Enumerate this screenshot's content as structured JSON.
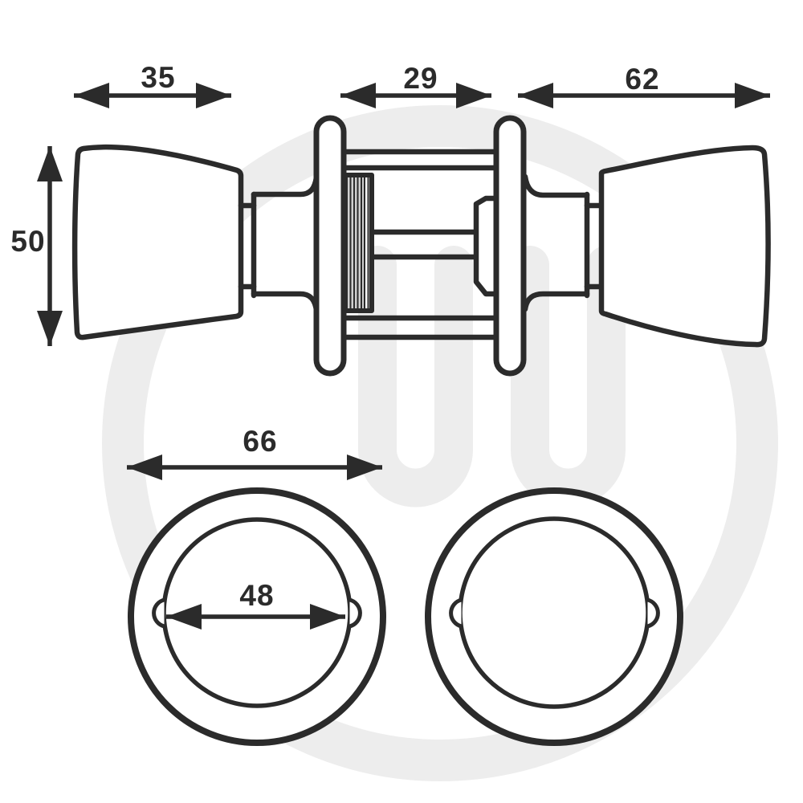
{
  "figure": {
    "type": "technical-dimension-drawing",
    "subject": "Door knob set: side elevation (top) and rose plate front views (bottom)"
  },
  "dimensions": {
    "left_knob_depth": "35",
    "latch_hub_width": "29",
    "right_knob_depth": "62",
    "knob_diameter": "50",
    "rose_outer_diameter": "66",
    "rose_inner_diameter": "48"
  },
  "colors": {
    "line": "#2b2b2b",
    "watermark": "#ededed",
    "knurl_fill": "#cfcfcf",
    "background": "#ffffff"
  },
  "icons": {
    "watermark": "circular-uu-monogram-watermark"
  }
}
